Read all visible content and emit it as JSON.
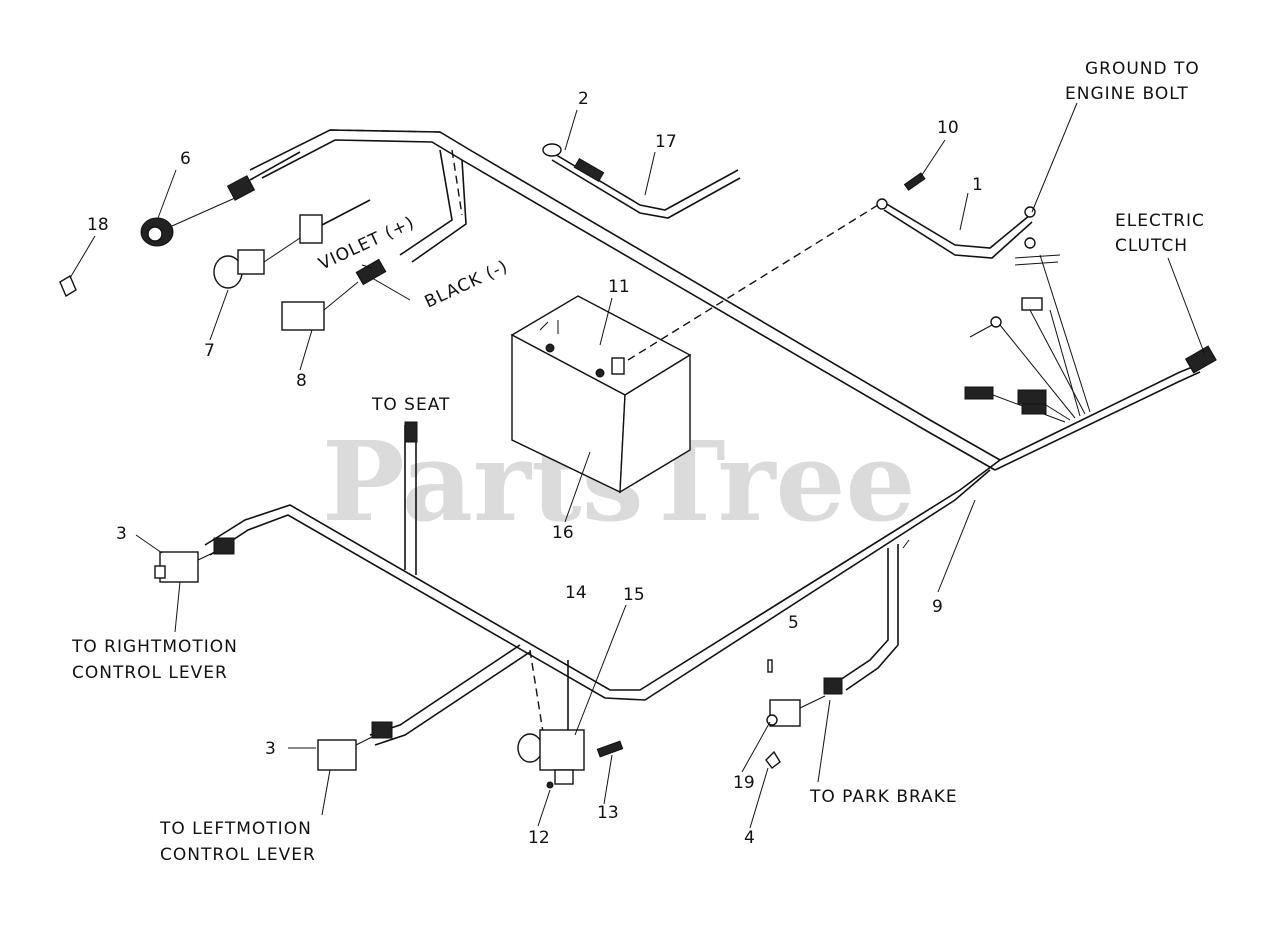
{
  "watermark": "PartsTree",
  "labels": {
    "ground_line1": "GROUND TO",
    "ground_line2": "ENGINE BOLT",
    "clutch_line1": "ELECTRIC",
    "clutch_line2": "CLUTCH",
    "violet": "VIOLET (+)",
    "black": "BLACK (-)",
    "to_seat": "TO SEAT",
    "right_line1": "TO RIGHTMOTION",
    "right_line2": "CONTROL LEVER",
    "left_line1": "TO LEFTMOTION",
    "left_line2": "CONTROL LEVER",
    "park_brake": "TO PARK BRAKE"
  },
  "callouts": {
    "c1": "1",
    "c2": "2",
    "c3a": "3",
    "c3b": "3",
    "c4": "4",
    "c5": "5",
    "c6": "6",
    "c7": "7",
    "c8": "8",
    "c9": "9",
    "c10": "10",
    "c11": "11",
    "c12": "12",
    "c13": "13",
    "c14": "14",
    "c15": "15",
    "c16": "16",
    "c17": "17",
    "c18": "18",
    "c19": "19"
  }
}
